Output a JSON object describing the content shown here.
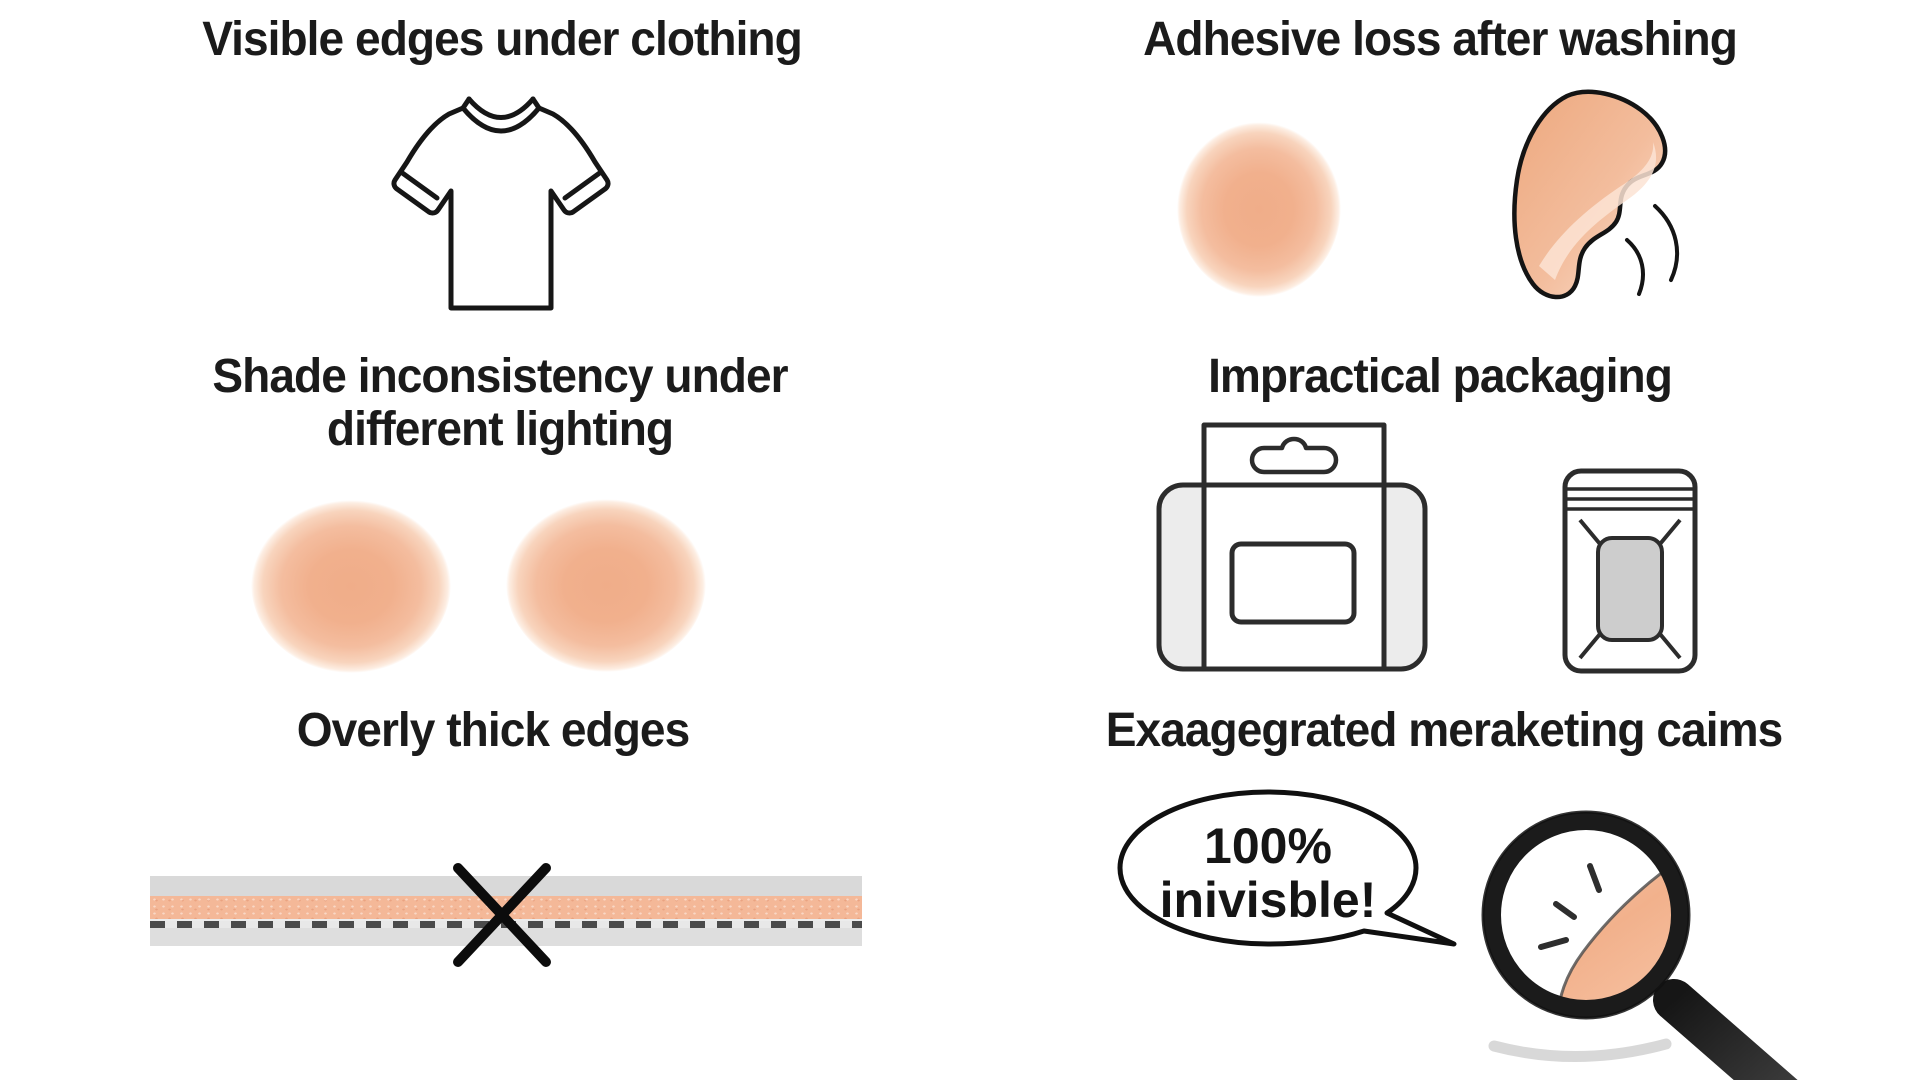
{
  "page": {
    "background": "#ffffff",
    "ink_color": "#1b1b1b",
    "skin_color": "#f2b18e",
    "skin_light_color": "#fbe2d2",
    "panel_gray": "#ececec"
  },
  "sections": {
    "visible_edges": {
      "title": "Visible edges under clothing",
      "icon": "tshirt-icon"
    },
    "adhesive_loss": {
      "title": "Adhesive loss after washing",
      "icons": [
        "nipple-cover-icon",
        "peeling-cover-icon"
      ]
    },
    "shade_inconsistency": {
      "title_line1": "Shade inconsistency under",
      "title_line2": "different lighting",
      "icons": [
        "nipple-cover-icon",
        "nipple-cover-icon"
      ]
    },
    "impractical_packaging": {
      "title": "Impractical packaging",
      "icons": [
        "blister-pack-icon",
        "pouch-icon"
      ]
    },
    "thick_edges": {
      "title": "Overly thick edges",
      "icon": "cross-section-strip-icon"
    },
    "marketing_claims": {
      "title": "Exaagegrated meraketing caims",
      "speech_bubble": {
        "line1": "100%",
        "line2": "inivisble!"
      },
      "icon": "magnifier-icon"
    }
  }
}
